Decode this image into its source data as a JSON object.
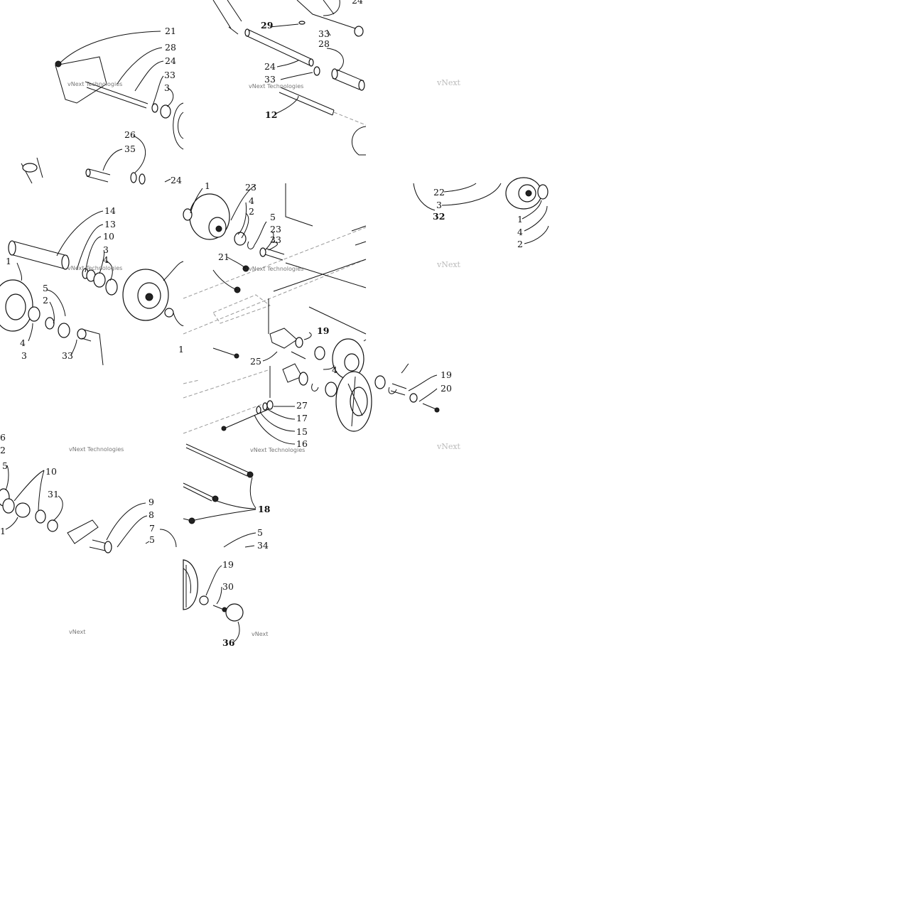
{
  "callouts": {
    "c21a": "21",
    "c28a": "28",
    "c24a": "24",
    "c33a": "33",
    "c3a": "3",
    "c26a": "26",
    "c35a": "35",
    "c24b": "24",
    "c24top": "24",
    "c29": "29",
    "c33b": "33",
    "c28b": "28",
    "c24c": "24",
    "c33c": "33",
    "c12": "12",
    "c22": "22",
    "c3b": "3",
    "c32": "32",
    "c1a": "1",
    "c4a": "4",
    "c2a": "2",
    "c14": "14",
    "c13": "13",
    "c10a": "10",
    "c3c": "3",
    "c4b": "4",
    "c1b": "1",
    "c5a": "5",
    "c2b": "2",
    "c4c": "4",
    "c33d": "33",
    "c3d": "3",
    "c1c": "1",
    "c23a": "23",
    "c4d": "4",
    "c2c": "2",
    "c5b": "5",
    "c23b": "23",
    "c33e": "33",
    "c21b": "21",
    "c19a": "19",
    "c1d": "1",
    "c25": "25",
    "c4e": "4",
    "c19b": "19",
    "c20": "20",
    "c27": "27",
    "c17": "17",
    "c15": "15",
    "c16": "16",
    "c18": "18",
    "c6": "6",
    "c2d": "2",
    "c5c": "5",
    "c10b": "10",
    "c31": "31",
    "c1e": "1",
    "c9": "9",
    "c8": "8",
    "c7": "7",
    "c5d": "5",
    "c5e": "5",
    "c34": "34",
    "c19c": "19",
    "c30": "30",
    "c36": "36"
  },
  "watermark": {
    "line1": "vNext Technologies",
    "partial": "vNext"
  }
}
